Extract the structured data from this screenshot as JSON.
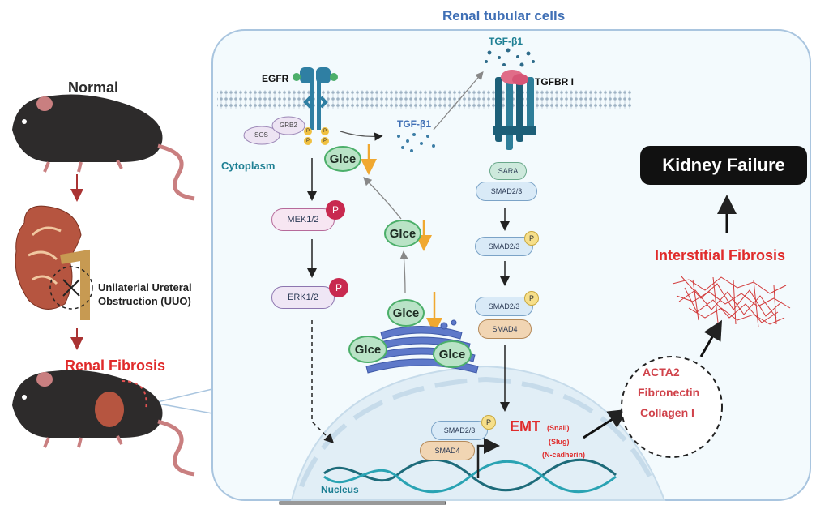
{
  "title": "Renal tubular cells",
  "left": {
    "normal": "Normal",
    "uuo_line1": "Unilaterial Ureteral",
    "uuo_line2": "Obstruction (UUO)",
    "renal_fibrosis": "Renal Fibrosis"
  },
  "membrane": {
    "egfr": "EGFR",
    "tgfb1_top": "TGF-β1",
    "tgfbr1": "TGFBR I",
    "tgfb1_mid": "TGF-β1",
    "cytoplasm": "Cytoplasm",
    "sos": "SOS",
    "grb2": "GRB2",
    "p": "P"
  },
  "pathway": {
    "glce": "Glce",
    "mek": "MEK1/2",
    "erk": "ERK1/2",
    "sara": "SARA",
    "smad23": "SMAD2/3",
    "smad4": "SMAD4",
    "p": "P"
  },
  "nucleus": {
    "label": "Nucleus",
    "smad23": "SMAD2/3",
    "smad4": "SMAD4",
    "emt": "EMT",
    "snail": "(Snail)",
    "slug": "(Slug)",
    "ncad": "(N-cadherin)"
  },
  "right": {
    "markers": [
      "ACTA2",
      "Fibronectin",
      "Collagen I"
    ],
    "interstitial": "Interstitial Fibrosis",
    "kidney_failure": "Kidney Failure"
  },
  "colors": {
    "title_blue": "#3f6fb5",
    "red": "#e02b2b",
    "glce_green": "#4caf6a",
    "arrow_orange": "#f0a830",
    "mek_red": "#c8294f",
    "teal": "#1d7f93"
  }
}
